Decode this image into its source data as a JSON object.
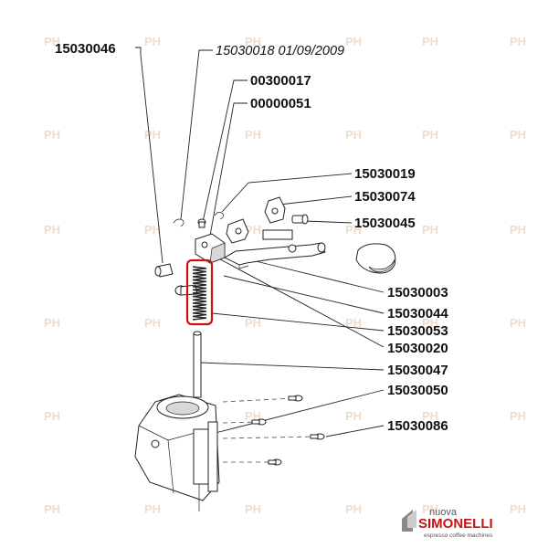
{
  "labels": {
    "p15030046": "15030046",
    "p15030018": "15030018 01/09/2009",
    "p00300017": "00300017",
    "p00000051": "00000051",
    "p15030019": "15030019",
    "p15030074": "15030074",
    "p15030045": "15030045",
    "p15030003": "15030003",
    "p15030044": "15030044",
    "p15030053": "15030053",
    "p15030020": "15030020",
    "p15030047": "15030047",
    "p15030050": "15030050",
    "p15030086": "15030086"
  },
  "brand": {
    "top_text": "nuova",
    "name": "SIMONELLI",
    "tagline": "espresso coffee machines",
    "accent_color": "#cc1111"
  },
  "watermark": {
    "text": "PH",
    "color": "#f0dcc8"
  },
  "highlight_color": "#cc1111"
}
